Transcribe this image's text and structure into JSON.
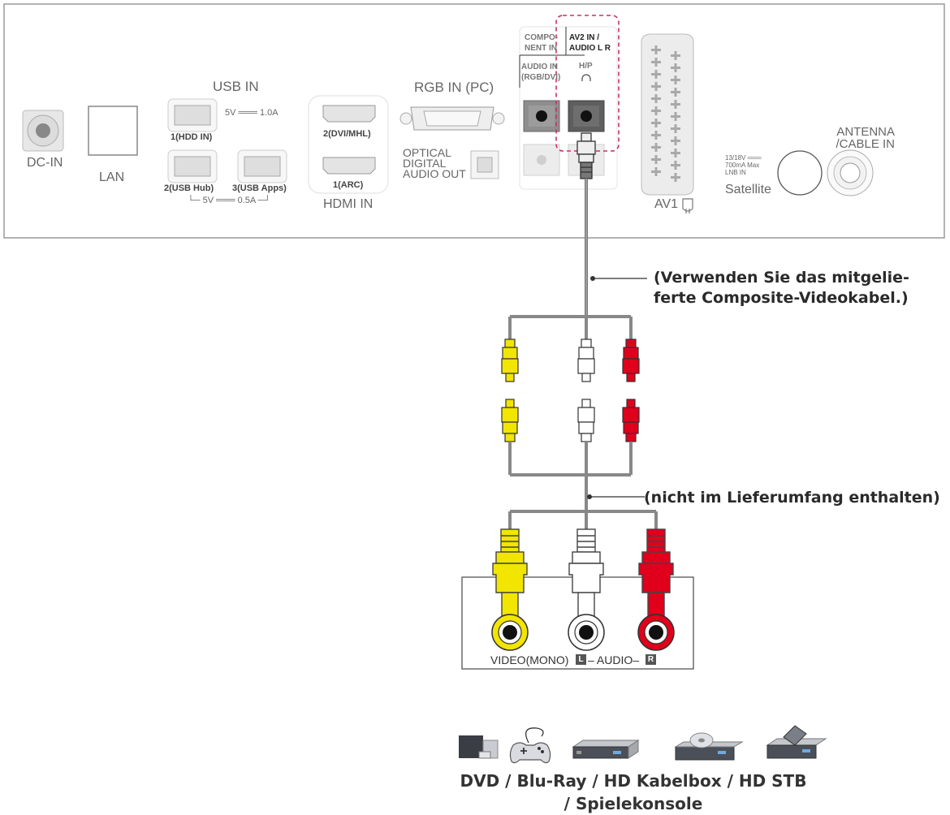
{
  "panel": {
    "dc_in": "DC-IN",
    "lan": "LAN",
    "usb_title": "USB IN",
    "usb_spec_top": "5V ═══ 1.0A",
    "usb_port1": "1(HDD IN)",
    "usb_port2": "2(USB Hub)",
    "usb_port3": "3(USB Apps)",
    "usb_spec_bottom": "└─ 5V ═══ 0.5A ─┘",
    "hdmi_port2": "2(DVI/MHL)",
    "hdmi_port1": "1(ARC)",
    "hdmi_title": "HDMI IN",
    "rgb_title": "RGB IN (PC)",
    "optical_line1": "OPTICAL",
    "optical_line2": "DIGITAL",
    "optical_line3": "AUDIO OUT",
    "component_line1": "COMPO-",
    "component_line2": "NENT IN",
    "av2_line1": "AV2 IN /",
    "av2_line2": "AUDIO L R",
    "audio_in_line1": "AUDIO IN",
    "audio_in_line2": "(RGB/DVI)",
    "hp_label": "H/P",
    "av1_label": "AV1",
    "satellite_spec_line1": "13/18V ═══",
    "satellite_spec_line2": "700mA Max",
    "satellite_spec_line3": "LNB IN",
    "satellite_label": "Satellite",
    "antenna_line1": "ANTENNA",
    "antenna_line2": "/CABLE IN"
  },
  "callouts": {
    "cable_supplied_line1": "(Verwenden Sie das mitgelie-",
    "cable_supplied_line2": "ferte Composite-Videokabel.)",
    "cable_not_included": "(nicht im Lieferumfang enthalten)"
  },
  "device_panel": {
    "video_label": "VIDEO(MONO)",
    "audio_label": "– AUDIO–",
    "left_badge": "L",
    "right_badge": "R"
  },
  "caption": {
    "line1": "DVD / Blu-Ray / HD Kabelbox / HD STB",
    "line2": "/ Spielekonsole"
  },
  "colors": {
    "video_plug": "#f2e500",
    "audio_left_plug": "#ffffff",
    "audio_right_plug": "#e0001b",
    "highlight_frame": "#c8306a",
    "cable": "#777777"
  },
  "icons": [
    "pc-icon",
    "gamepad-icon",
    "set-top-box-icon",
    "blu-ray-player-icon",
    "dvd-player-icon"
  ]
}
